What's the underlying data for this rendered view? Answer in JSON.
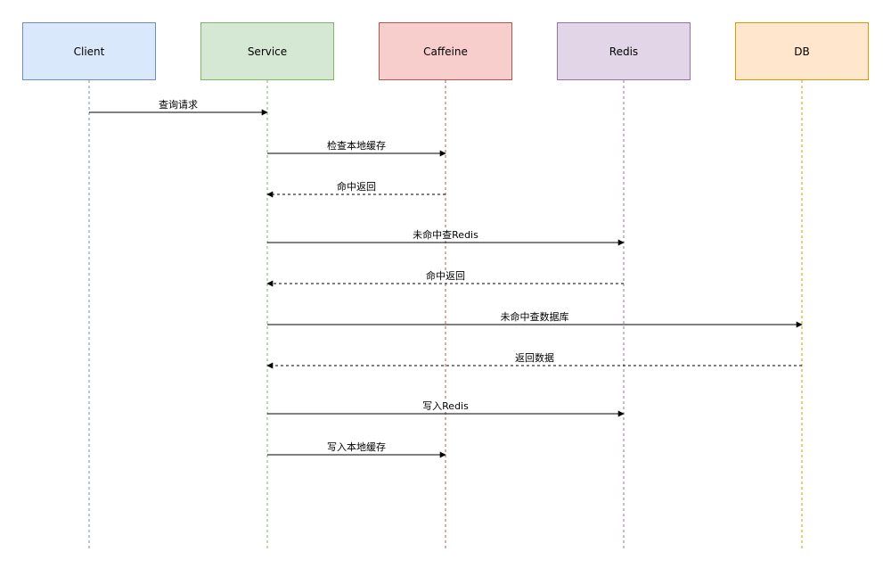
{
  "participants": [
    {
      "id": "client",
      "label": "Client",
      "fill": "#dae8fc",
      "stroke": "#6c8ebf"
    },
    {
      "id": "service",
      "label": "Service",
      "fill": "#d5e8d4",
      "stroke": "#82b366"
    },
    {
      "id": "caffeine",
      "label": "Caffeine",
      "fill": "#f8cecc",
      "stroke": "#b85450"
    },
    {
      "id": "redis",
      "label": "Redis",
      "fill": "#e1d5e7",
      "stroke": "#9673a6"
    },
    {
      "id": "db",
      "label": "DB",
      "fill": "#ffe6cc",
      "stroke": "#d79b00"
    }
  ],
  "messages": [
    {
      "id": "query-request",
      "from": 0,
      "to": 1,
      "label": "查询请求",
      "style": "solid"
    },
    {
      "id": "check-local-cache",
      "from": 1,
      "to": 2,
      "label": "检查本地缓存",
      "style": "solid"
    },
    {
      "id": "hit-return-local",
      "from": 2,
      "to": 1,
      "label": "命中返回",
      "style": "dashed"
    },
    {
      "id": "miss-query-redis",
      "from": 1,
      "to": 3,
      "label": "未命中查Redis",
      "style": "solid"
    },
    {
      "id": "hit-return-redis",
      "from": 3,
      "to": 1,
      "label": "命中返回",
      "style": "dashed"
    },
    {
      "id": "miss-query-db",
      "from": 1,
      "to": 4,
      "label": "未命中查数据库",
      "style": "solid"
    },
    {
      "id": "return-data",
      "from": 4,
      "to": 1,
      "label": "返回数据",
      "style": "dashed"
    },
    {
      "id": "write-redis",
      "from": 1,
      "to": 3,
      "label": "写入Redis",
      "style": "solid"
    },
    {
      "id": "write-local-cache",
      "from": 1,
      "to": 2,
      "label": "写入本地缓存",
      "style": "solid"
    }
  ]
}
